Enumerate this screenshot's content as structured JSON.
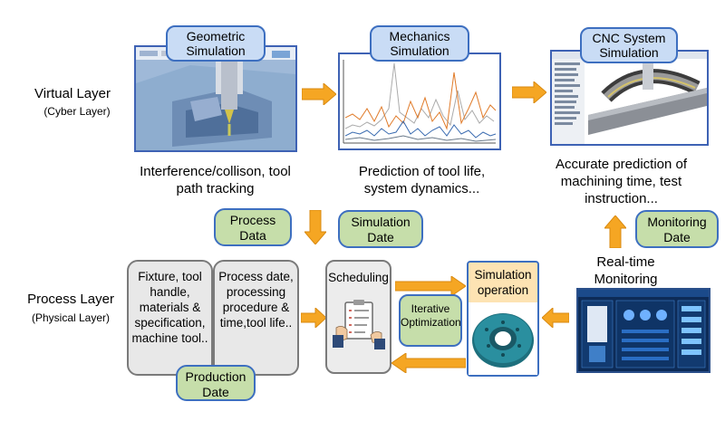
{
  "virtual_layer": {
    "title": "Virtual Layer",
    "subtitle": "(Cyber Layer)",
    "geometric_label": "Geometric Simulation",
    "mechanics_label": "Mechanics Simulation",
    "cnc_label": "CNC System Simulation",
    "geometric_caption": "Interference/collison, tool path tracking",
    "mechanics_caption": "Prediction of tool life, system dynamics...",
    "cnc_caption": "Accurate prediction of machining time, test instruction..."
  },
  "middle": {
    "process_data": "Process Data",
    "simulation_date": "Simulation Date",
    "monitoring_date": "Monitoring Date",
    "realtime_monitoring": "Real-time Monitoring"
  },
  "process_layer": {
    "title": "Process Layer",
    "subtitle": "(Physical Layer)",
    "box1_text": "Fixture, tool handle, materials & specification, machine tool..",
    "box2_text": "Process date, processing procedure & time,tool life..",
    "production_date": "Production Date",
    "scheduling": "Scheduling",
    "iterative_optimization": "Iterative Optimization",
    "simulation_operation": "Simulation operation"
  },
  "colors": {
    "arrow": "#f5a623",
    "blue_label": "#c9dcf5",
    "green_label": "#c6deaa",
    "border_blue": "#3d6fc0"
  },
  "icons": [
    "arrow-right-icon",
    "arrow-down-icon",
    "arrow-up-icon",
    "arrow-left-icon",
    "clipboard-icon",
    "brake-disc-icon"
  ]
}
